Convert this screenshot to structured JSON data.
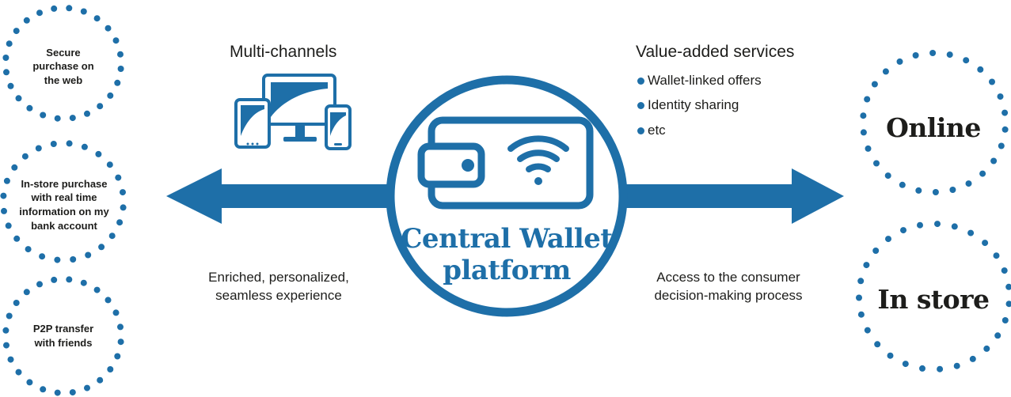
{
  "left_use_cases": [
    {
      "label": "Secure\npurchase on\nthe web"
    },
    {
      "label": "In-store purchase\nwith real time\ninformation on my\nbank account"
    },
    {
      "label": "P2P   transfer\nwith friends"
    }
  ],
  "channels": [
    {
      "label": "Online"
    },
    {
      "label": "In store"
    }
  ],
  "multichannel_heading": "Multi-channels",
  "services": {
    "heading": "Value-added services",
    "items": [
      "Wallet-linked offers",
      "Identity sharing",
      "etc"
    ]
  },
  "center": {
    "line1": "Central Wallet",
    "line2": "platform"
  },
  "left_caption": {
    "line1": "Enriched, personalized,",
    "line2": "seamless experience"
  },
  "right_caption": {
    "line1": "Access to the consumer",
    "line2": "decision-making process"
  },
  "icons": [
    "devices-icon",
    "wallet-icon",
    "contactless-icon",
    "arrow-left-icon",
    "arrow-right-icon"
  ],
  "colors": {
    "primary": "#1e6fa8",
    "text": "#1d1d1b",
    "background": "#ffffff"
  }
}
